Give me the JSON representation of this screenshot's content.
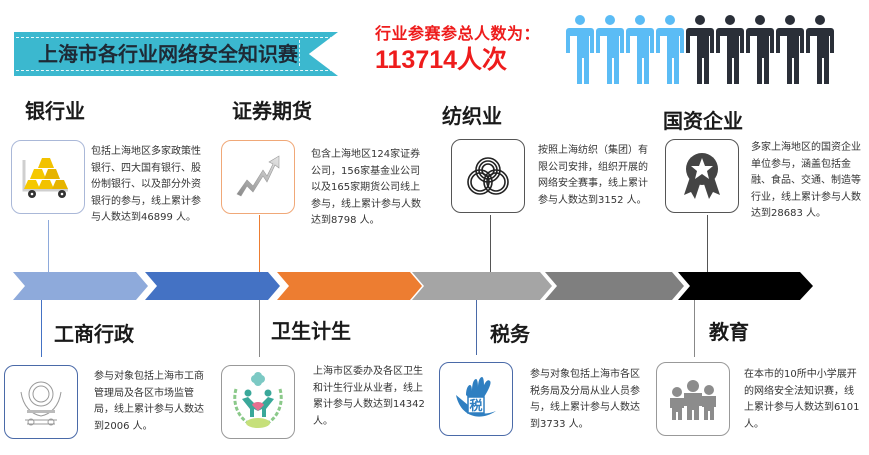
{
  "header": {
    "title": "上海市各行业网络安全知识赛",
    "total_label": "行业参赛参总人数为：",
    "total_value": "113714人次",
    "people_icons": {
      "highlighted": 4,
      "total": 9,
      "highlight_color": "#5bbcf5",
      "base_color": "#2a2f38"
    }
  },
  "colors": {
    "ribbon": "#3bb8cf",
    "total_text": "#ee1c1c",
    "timeline": [
      "#8eaadb",
      "#4472c4",
      "#ed7d31",
      "#a5a5a5",
      "#7f7f7f",
      "#000000"
    ]
  },
  "top_categories": [
    {
      "title": "银行业",
      "icon": "gold-cart-icon",
      "description": "包括上海地区多家政策性银行、四大国有银行、股份制银行、以及部分外资银行的参与，线上累计参与人数达到46899 人。",
      "count": "46899"
    },
    {
      "title": "证券期货",
      "icon": "growth-arrow-icon",
      "description": "包含上海地区124家证券公司，156家基金业公司以及165家期货公司线上参与，线上累计参与人数达到8798 人。",
      "count": "8798"
    },
    {
      "title": "纺织业",
      "icon": "wool-logo-icon",
      "description": "按照上海纺织（集团）有限公司安排，组织开展的网络安全赛事，线上累计参与人数达到3152 人。",
      "count": "3152"
    },
    {
      "title": "国资企业",
      "icon": "award-ribbon-icon",
      "description": "多家上海地区的国资企业单位参与，涵盖包括金融、食品、交通、制造等行业，线上累计参与人数达到28683 人。",
      "count": "28683"
    }
  ],
  "bottom_categories": [
    {
      "title": "工商行政",
      "icon": "national-emblem-icon",
      "description": "参与对象包括上海市工商管理局及各区市场监管局，线上累计参与人数达到2006 人。",
      "count": "2006"
    },
    {
      "title": "卫生计生",
      "icon": "health-family-icon",
      "description": "上海市区委办及各区卫生和计生行业从业者，线上累计参与人数达到14342 人。",
      "count": "14342"
    },
    {
      "title": "税务",
      "icon": "tax-hand-icon",
      "description": "参与对象包括上海市各区税务局及分局从业人员参与，线上累计参与人数达到3733 人。",
      "count": "3733"
    },
    {
      "title": "教育",
      "icon": "family-group-icon",
      "description": "在本市的10所中小学展开的网络安全法知识赛，线上累计参与人数达到6101 人。",
      "count": "6101"
    }
  ]
}
